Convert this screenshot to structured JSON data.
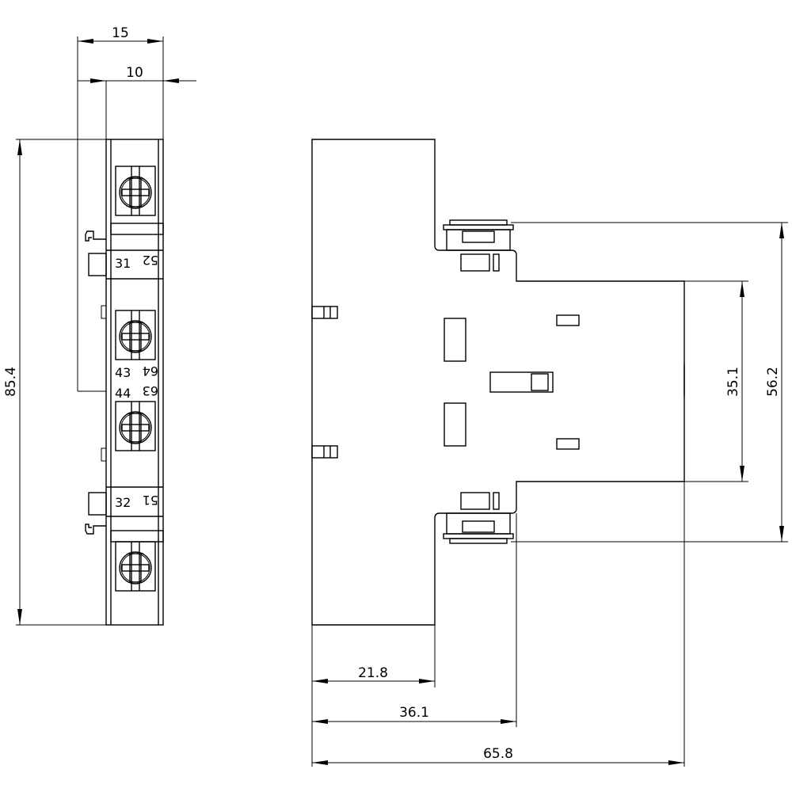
{
  "dimensions": {
    "side_width_total": "15",
    "side_width_body": "10",
    "side_height": "85.4",
    "front_depth_1": "21.8",
    "front_depth_2": "36.1",
    "front_depth_total": "65.8",
    "front_height_inner": "35.1",
    "front_height_clips": "56.2"
  },
  "terminals": [
    {
      "left": "31",
      "right": "52"
    },
    {
      "left": "43",
      "right": "64"
    },
    {
      "left": "44",
      "right": "63"
    },
    {
      "left": "32",
      "right": "51"
    }
  ],
  "colors": {
    "line": "#000000",
    "background": "#ffffff"
  }
}
